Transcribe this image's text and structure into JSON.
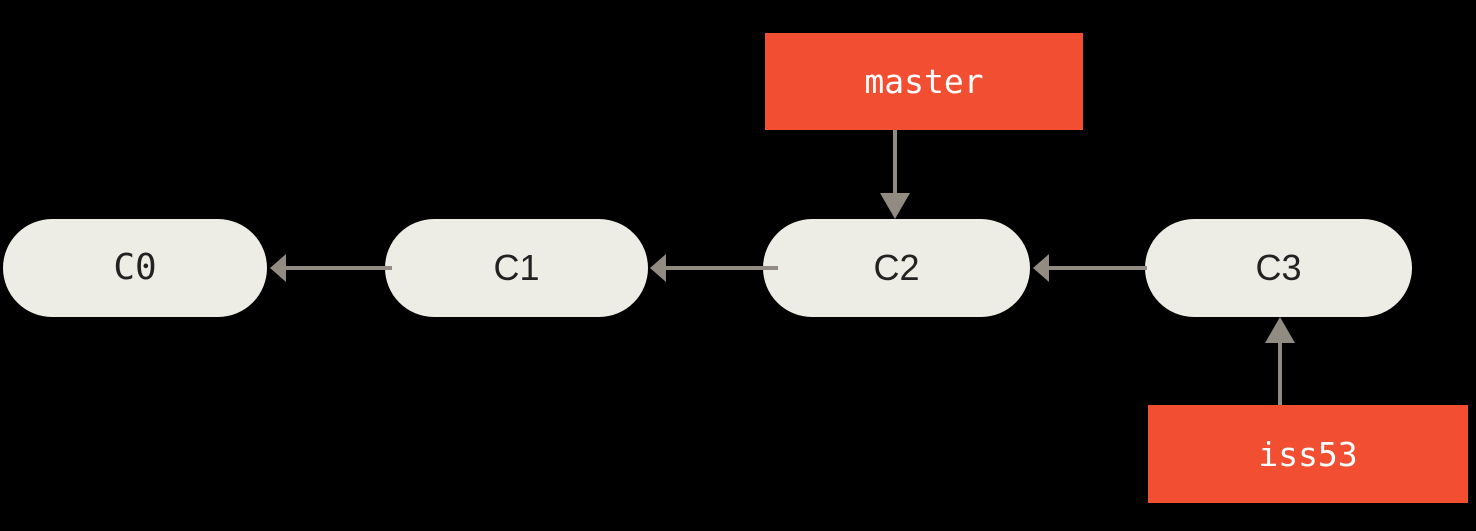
{
  "diagram": {
    "type": "git-commit-graph",
    "colors": {
      "background": "#000000",
      "node_fill": "#eeede5",
      "node_text": "#222222",
      "branch_fill": "#f14e32",
      "branch_text": "#ffffff",
      "arrow": "#918b82"
    },
    "commits": [
      {
        "id": "c0",
        "label": "C0"
      },
      {
        "id": "c1",
        "label": "C1"
      },
      {
        "id": "c2",
        "label": "C2"
      },
      {
        "id": "c3",
        "label": "C3"
      }
    ],
    "branches": [
      {
        "name": "master",
        "points_to": "C2"
      },
      {
        "name": "iss53",
        "points_to": "C3"
      }
    ],
    "edges": [
      {
        "from": "C1",
        "to": "C0"
      },
      {
        "from": "C2",
        "to": "C1"
      },
      {
        "from": "C3",
        "to": "C2"
      },
      {
        "from": "master",
        "to": "C2"
      },
      {
        "from": "iss53",
        "to": "C3"
      }
    ]
  }
}
